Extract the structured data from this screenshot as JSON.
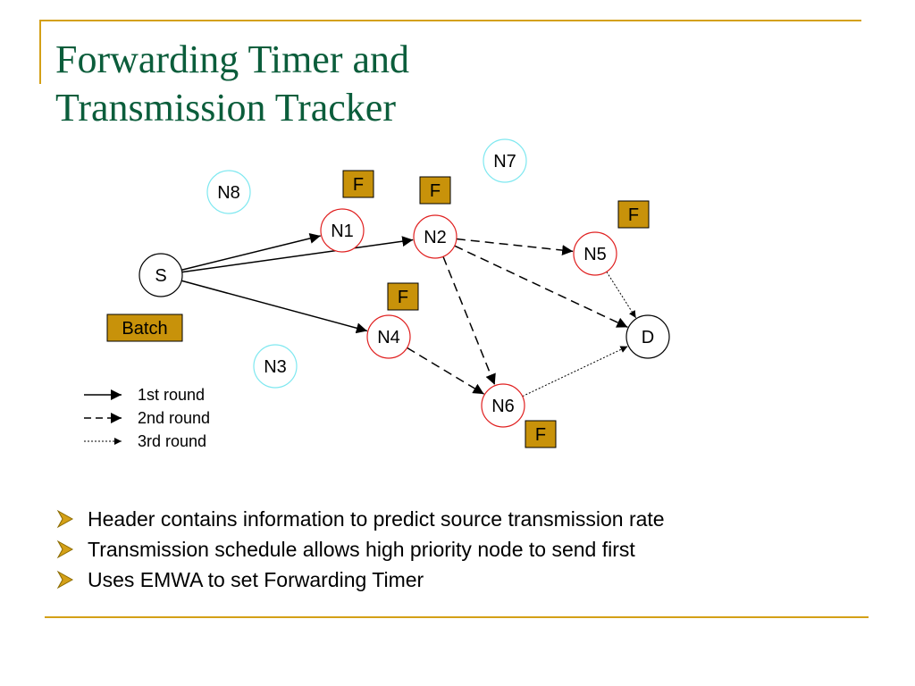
{
  "slide": {
    "title_lines": [
      "Forwarding Timer and",
      "Transmission Tracker"
    ]
  },
  "diagram": {
    "nodes": [
      {
        "id": "S",
        "label": "S",
        "role": "source",
        "border": "#000000"
      },
      {
        "id": "D",
        "label": "D",
        "role": "destination",
        "border": "#000000"
      },
      {
        "id": "N1",
        "label": "N1",
        "role": "forwarder",
        "border": "#e02020"
      },
      {
        "id": "N2",
        "label": "N2",
        "role": "forwarder",
        "border": "#e02020"
      },
      {
        "id": "N4",
        "label": "N4",
        "role": "forwarder",
        "border": "#e02020"
      },
      {
        "id": "N5",
        "label": "N5",
        "role": "forwarder",
        "border": "#e02020"
      },
      {
        "id": "N6",
        "label": "N6",
        "role": "forwarder",
        "border": "#e02020"
      },
      {
        "id": "N3",
        "label": "N3",
        "role": "idle",
        "border": "#7fe8f0"
      },
      {
        "id": "N7",
        "label": "N7",
        "role": "idle",
        "border": "#7fe8f0"
      },
      {
        "id": "N8",
        "label": "N8",
        "role": "idle",
        "border": "#7fe8f0"
      }
    ],
    "edges": [
      {
        "from": "S",
        "to": "N1",
        "round": 1
      },
      {
        "from": "S",
        "to": "N2",
        "round": 1
      },
      {
        "from": "S",
        "to": "N4",
        "round": 1
      },
      {
        "from": "N2",
        "to": "N5",
        "round": 2
      },
      {
        "from": "N2",
        "to": "D",
        "round": 2
      },
      {
        "from": "N2",
        "to": "N6",
        "round": 2
      },
      {
        "from": "N4",
        "to": "N6",
        "round": 2
      },
      {
        "from": "N5",
        "to": "D",
        "round": 3
      },
      {
        "from": "N6",
        "to": "D",
        "round": 3
      }
    ],
    "f_marker_label": "F",
    "batch_label": "Batch",
    "box_fill": "#c8920a",
    "legend": [
      {
        "round": 1,
        "label": "1st round",
        "style": "solid"
      },
      {
        "round": 2,
        "label": "2nd round",
        "style": "dashed"
      },
      {
        "round": 3,
        "label": "3rd round",
        "style": "dotted"
      }
    ]
  },
  "bullets": [
    "Header contains information to predict source transmission rate",
    "Transmission schedule allows high priority node to send first",
    "Uses EMWA to set Forwarding Timer"
  ],
  "colors": {
    "title": "#0b5d3b",
    "accent_rule": "#d4a017",
    "bullet_arrow": "#d4a017"
  }
}
